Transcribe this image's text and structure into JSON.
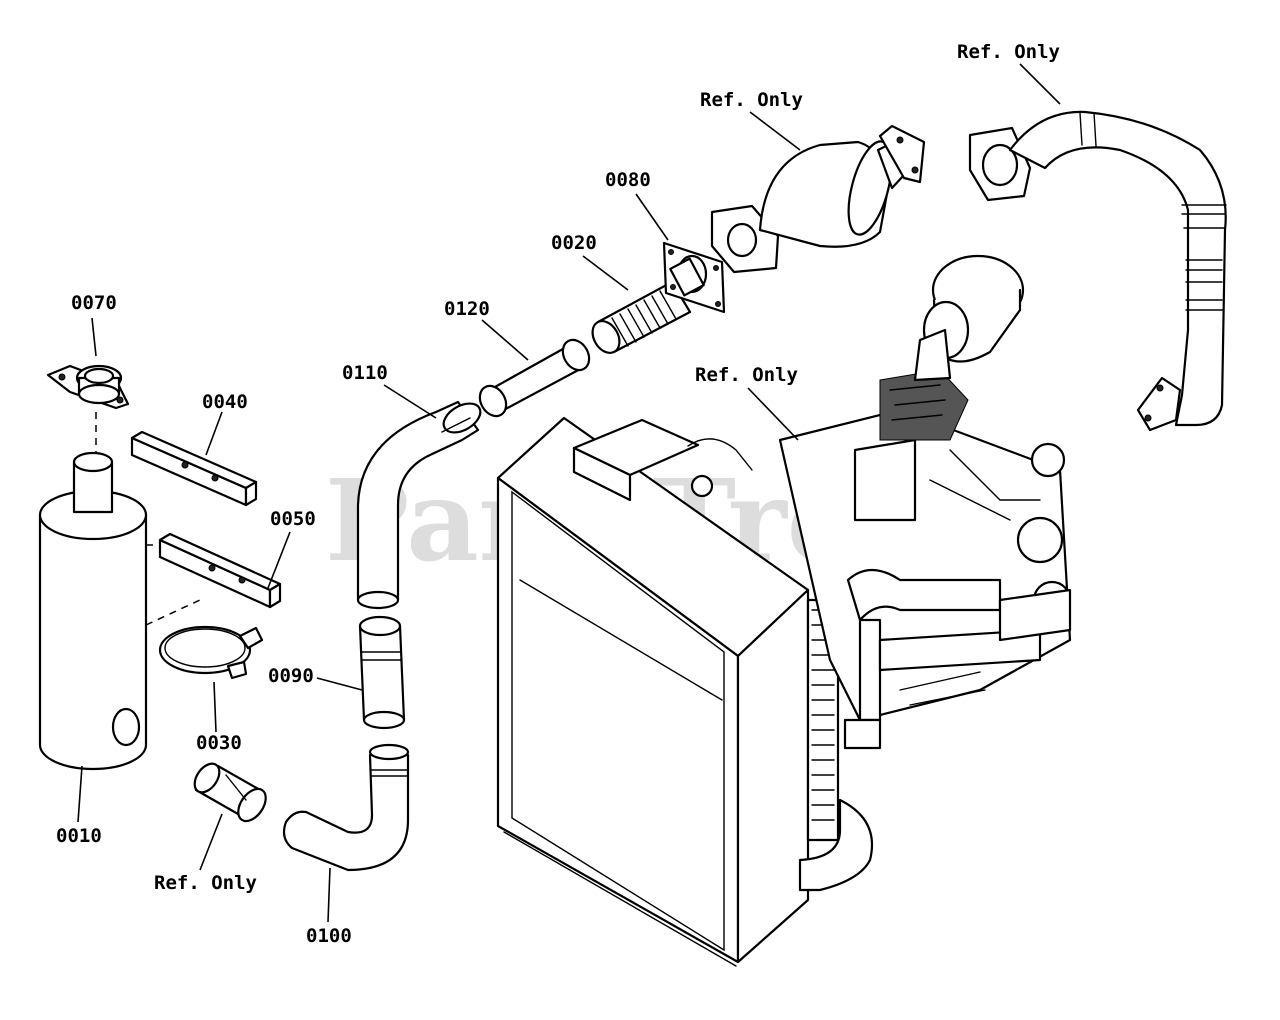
{
  "watermark": {
    "text": "PartsTree",
    "trademark": "™"
  },
  "callouts": {
    "p0010": "0010",
    "p0020": "0020",
    "p0030": "0030",
    "p0040": "0040",
    "p0050": "0050",
    "p0070": "0070",
    "p0080": "0080",
    "p0090": "0090",
    "p0100": "0100",
    "p0110": "0110",
    "p0120": "0120",
    "ref_only": "Ref. Only"
  }
}
